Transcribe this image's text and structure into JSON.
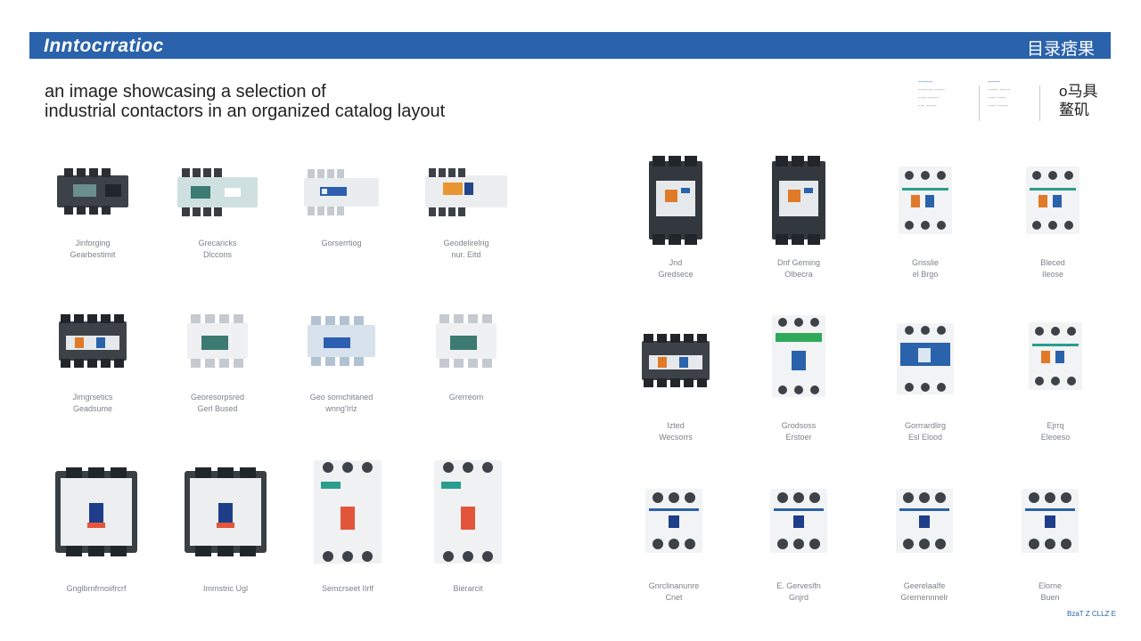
{
  "header": {
    "brand": "Inntocrratioc",
    "right_title": "目录痞果"
  },
  "subtitle": {
    "line1": "an image showcasing a selection of",
    "line2": "industrial contactors in an organized catalog layout"
  },
  "spec_box": {
    "col1": {
      "head": "-------",
      "lines": [
        "------- -----",
        "---- -----",
        "--- -----"
      ]
    },
    "col2": {
      "head": "------",
      "lines": [
        "----- -----",
        "---- ----",
        "---- -----"
      ]
    },
    "big_line1": "o马具",
    "big_line2": "鳌矶"
  },
  "products": [
    {
      "type": "black",
      "cap1": "Jinforging",
      "cap2": "Gearbestimit"
    },
    {
      "type": "teal",
      "cap1": "Grecaricks",
      "cap2": "Dlccons"
    },
    {
      "type": "grey_blue",
      "cap1": "Gorserrtiog",
      "cap2": ""
    },
    {
      "type": "orange",
      "cap1": "Geodelirelrig",
      "cap2": "nur. Eitd"
    },
    {
      "type": "black3",
      "cap1": "Jnd",
      "cap2": "Gredsece"
    },
    {
      "type": "black3",
      "cap1": "Dnf Geming",
      "cap2": "Olbecra"
    },
    {
      "type": "grey3",
      "cap1": "Grisslie",
      "cap2": "el Brgo"
    },
    {
      "type": "grey3",
      "cap1": "Bleced",
      "cap2": "Ileose"
    },
    {
      "type": "black_wide",
      "cap1": "Jimgrsetics",
      "cap2": "Geadsume"
    },
    {
      "type": "grey_wide",
      "cap1": "Georesorpsred",
      "cap2": "Gerl Bused"
    },
    {
      "type": "blue_wide",
      "cap1": "Geo somchitaned",
      "cap2": "wnng'Irlz"
    },
    {
      "type": "grey_wide",
      "cap1": "Grerreom",
      "cap2": ""
    },
    {
      "type": "black_wide",
      "cap1": "Izted",
      "cap2": "Wecsorrs"
    },
    {
      "type": "green",
      "cap1": "Grodsoss",
      "cap2": "Erstoer"
    },
    {
      "type": "blue",
      "cap1": "Gorrrardlirg",
      "cap2": "Esl Elood"
    },
    {
      "type": "grey3",
      "cap1": "Ejrrq",
      "cap2": "Eleoeso"
    },
    {
      "type": "breaker_dark",
      "cap1": "Gnglbrnfrnoiifrcrf",
      "cap2": ""
    },
    {
      "type": "breaker_dark",
      "cap1": "Immstric Ugl",
      "cap2": ""
    },
    {
      "type": "breaker_tall",
      "cap1": "Semcrseet IIrlf",
      "cap2": ""
    },
    {
      "type": "breaker_tall",
      "cap1": "Bierarcit",
      "cap2": ""
    },
    {
      "type": "small_white",
      "cap1": "Gnrclinanunre",
      "cap2": "Cnet"
    },
    {
      "type": "small_white",
      "cap1": "E. Gerveslfn",
      "cap2": "Gnjrd"
    },
    {
      "type": "small_white",
      "cap1": "Geerelaalfe",
      "cap2": "Grernennnelr"
    },
    {
      "type": "small_white",
      "cap1": "Elorne",
      "cap2": "Buen"
    }
  ],
  "footer": "BzaT Z CLLZ E"
}
